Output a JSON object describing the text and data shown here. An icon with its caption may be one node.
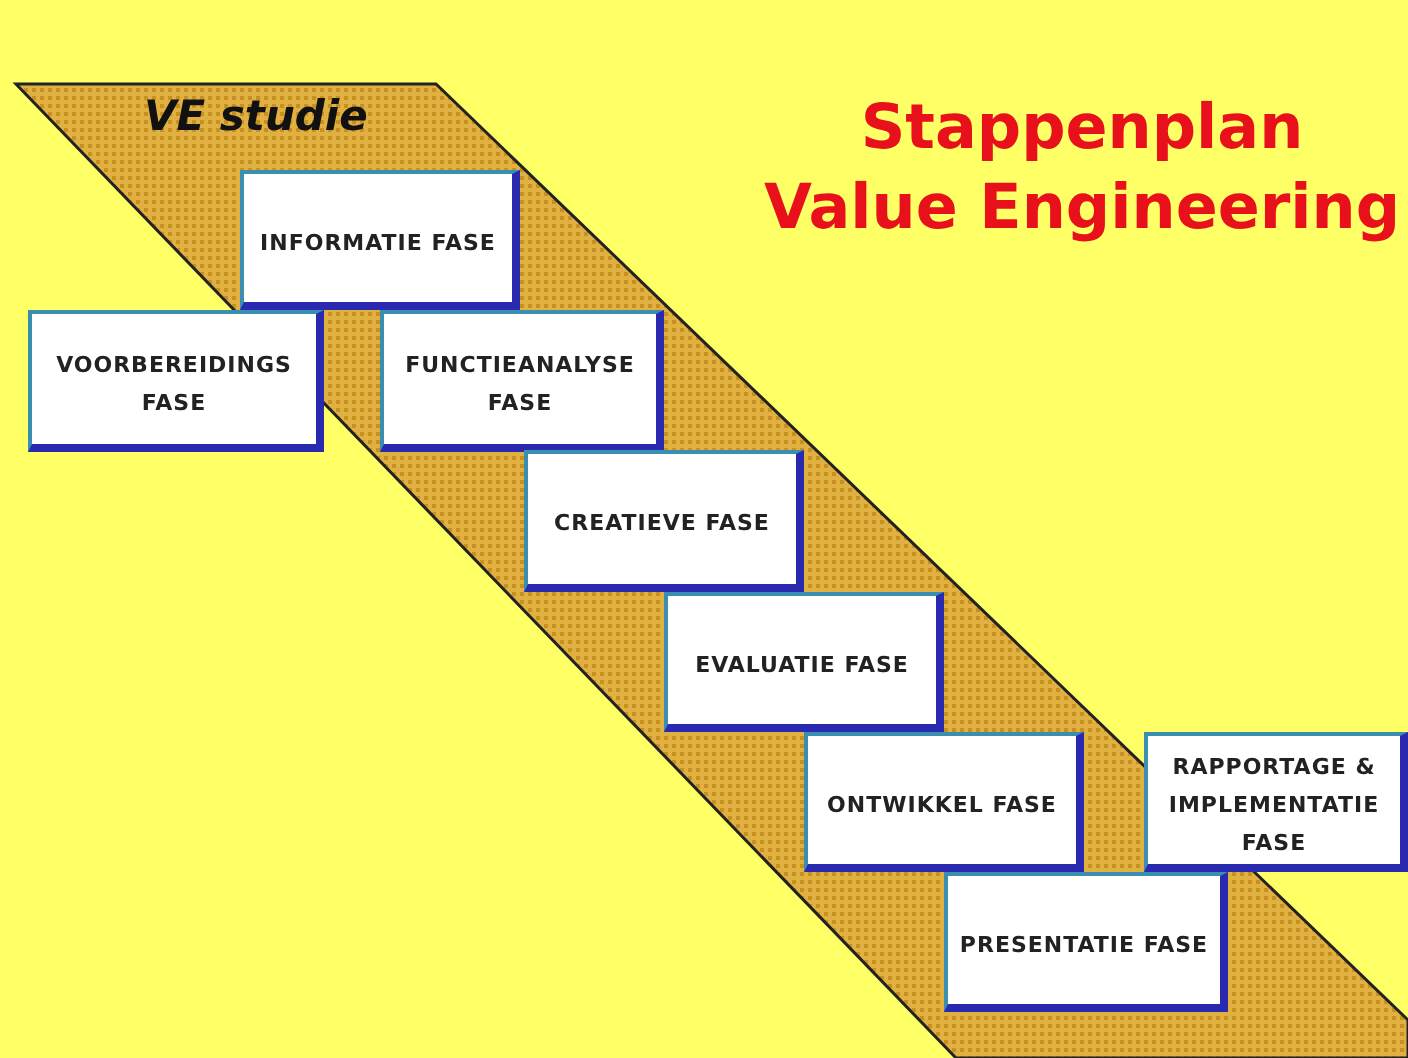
{
  "diagram": {
    "title": "Stappenplan Value Engineering",
    "nodes": [
      {
        "text": [
          "VE studie"
        ]
      },
      {
        "text": [
          "INFORMATIE FASE"
        ],
        "in": 0
      },
      {
        "text": [
          "VOORBEREIDINGS FASE"
        ]
      },
      {
        "text": [
          "FUNCTIEANALYSE FASE"
        ],
        "in": 0
      },
      {
        "text": [
          "CREATIEVE FASE"
        ],
        "in": 0
      },
      {
        "text": [
          "EVALUATIE FASE"
        ],
        "in": 0
      },
      {
        "text": [
          "ONTWIKKEL FASE"
        ],
        "in": 0
      },
      {
        "text": [
          "RAPPORTAGE & IMPLEMENTATIE FASE"
        ]
      },
      {
        "text": [
          "PRESENTATIE FASE"
        ],
        "in": 0
      }
    ],
    "edges": []
  }
}
